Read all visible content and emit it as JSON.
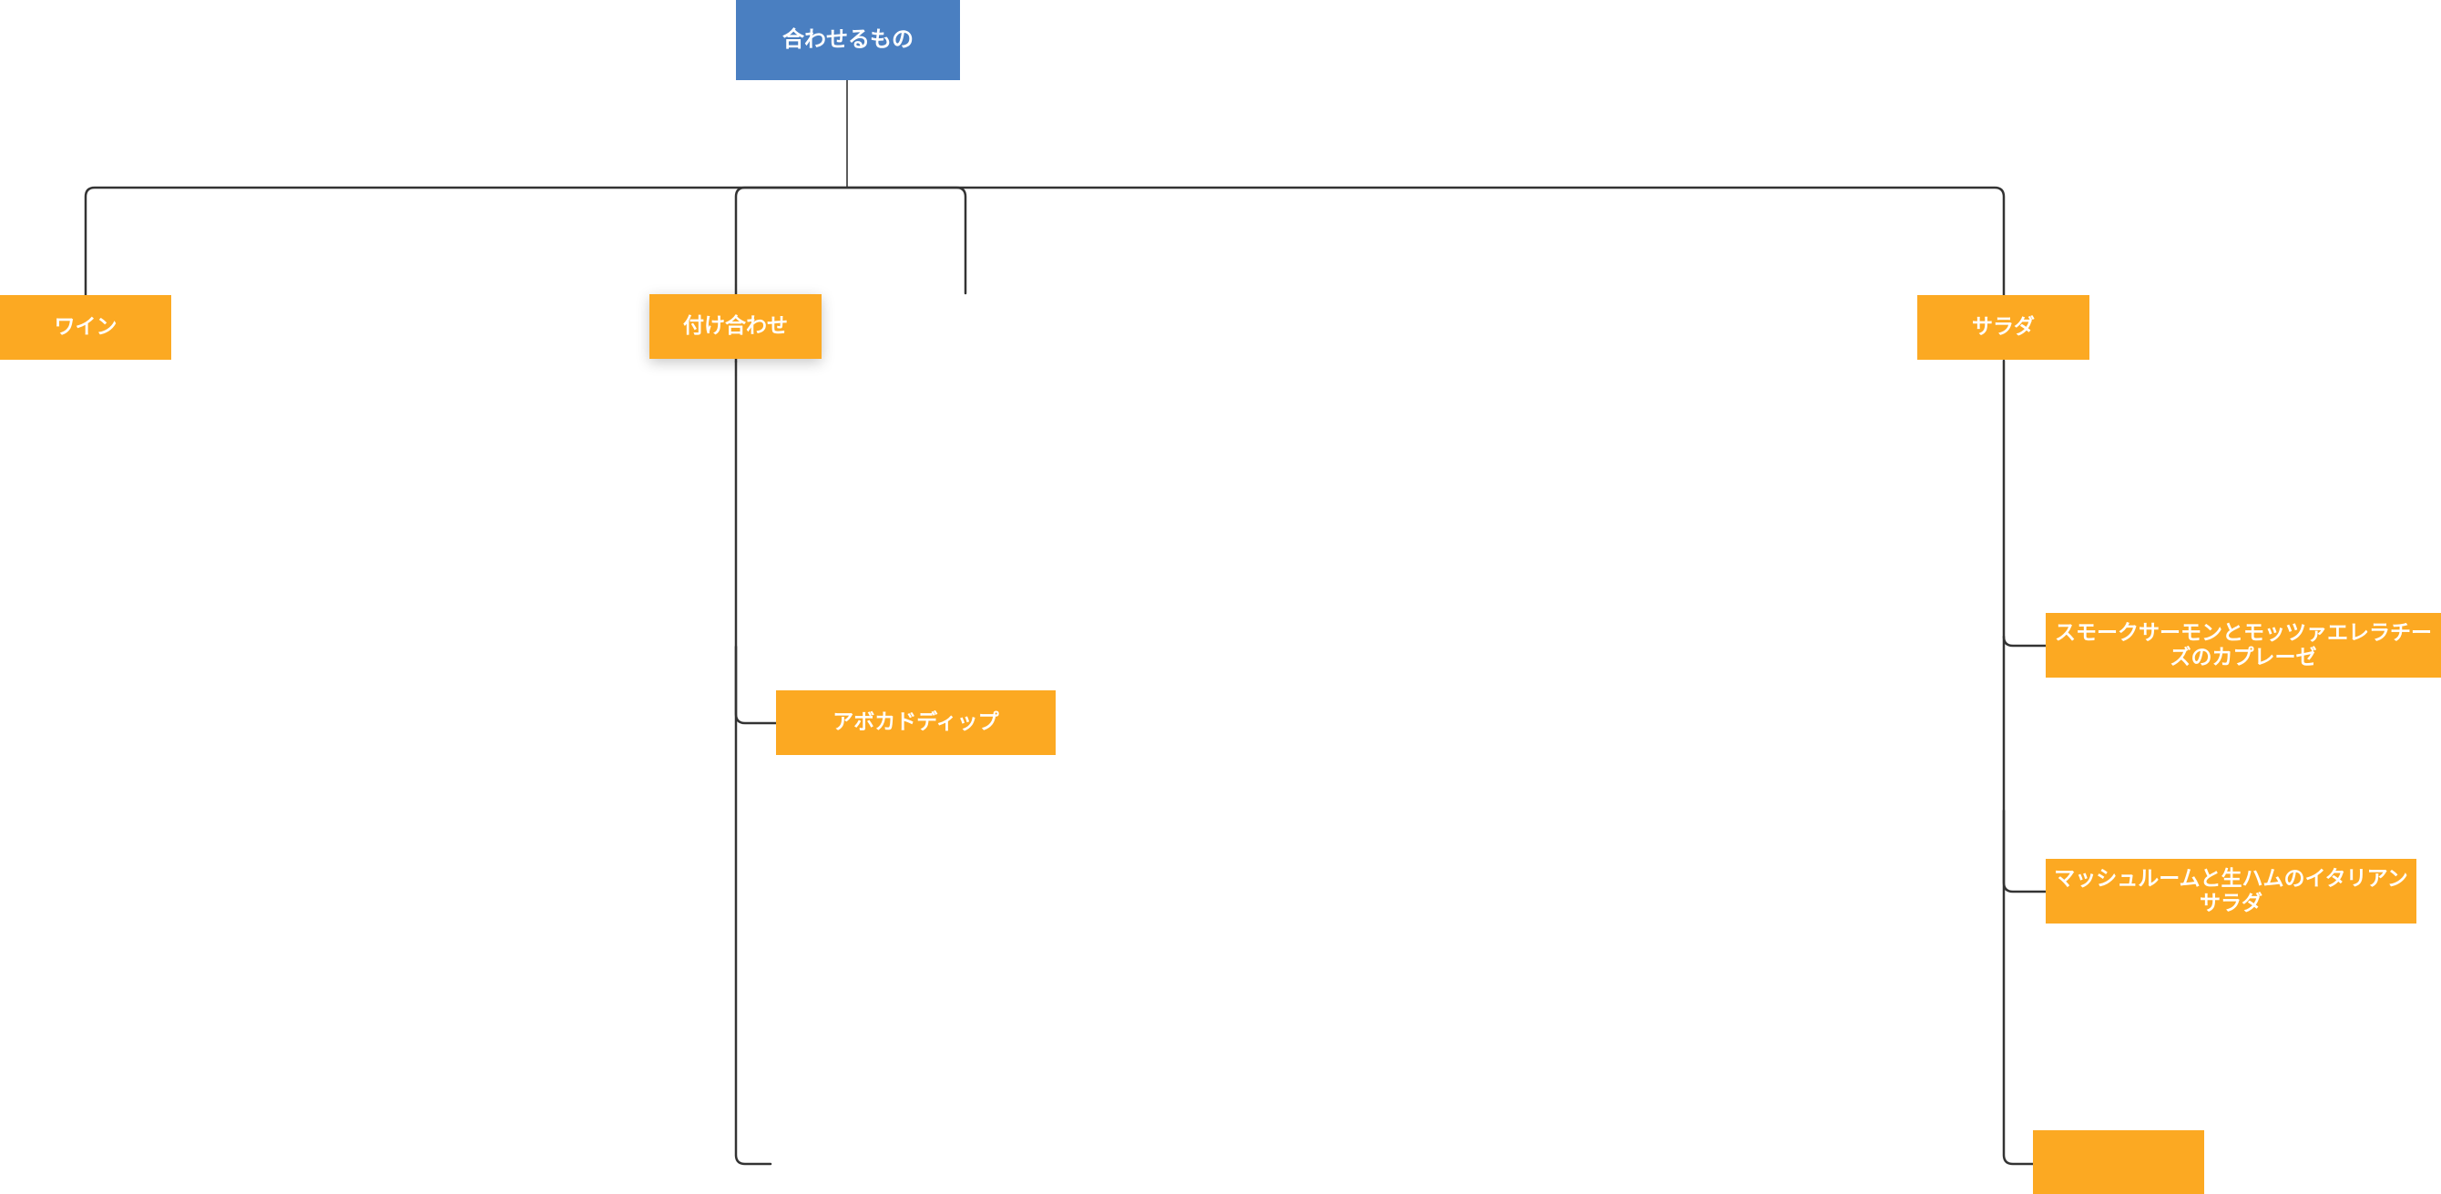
{
  "mindmap": {
    "root": {
      "label": "合わせるもの",
      "color": "#4a7fc1"
    },
    "topic_color": "#fca922",
    "line_color": "#333333",
    "branches": [
      {
        "label": "ワイン",
        "children": []
      },
      {
        "label": "付け合わせ",
        "selected": true,
        "children": [
          {
            "label": "アボカドディップ"
          },
          {
            "label": ""
          }
        ]
      },
      {
        "label": "",
        "children": []
      },
      {
        "label": "サラダ",
        "children": [
          {
            "label": "スモークサーモンとモッツァエレラチーズのカプレーゼ"
          },
          {
            "label": "マッシュルームと生ハムのイタリアンサラダ"
          },
          {
            "label": ""
          }
        ]
      }
    ]
  }
}
